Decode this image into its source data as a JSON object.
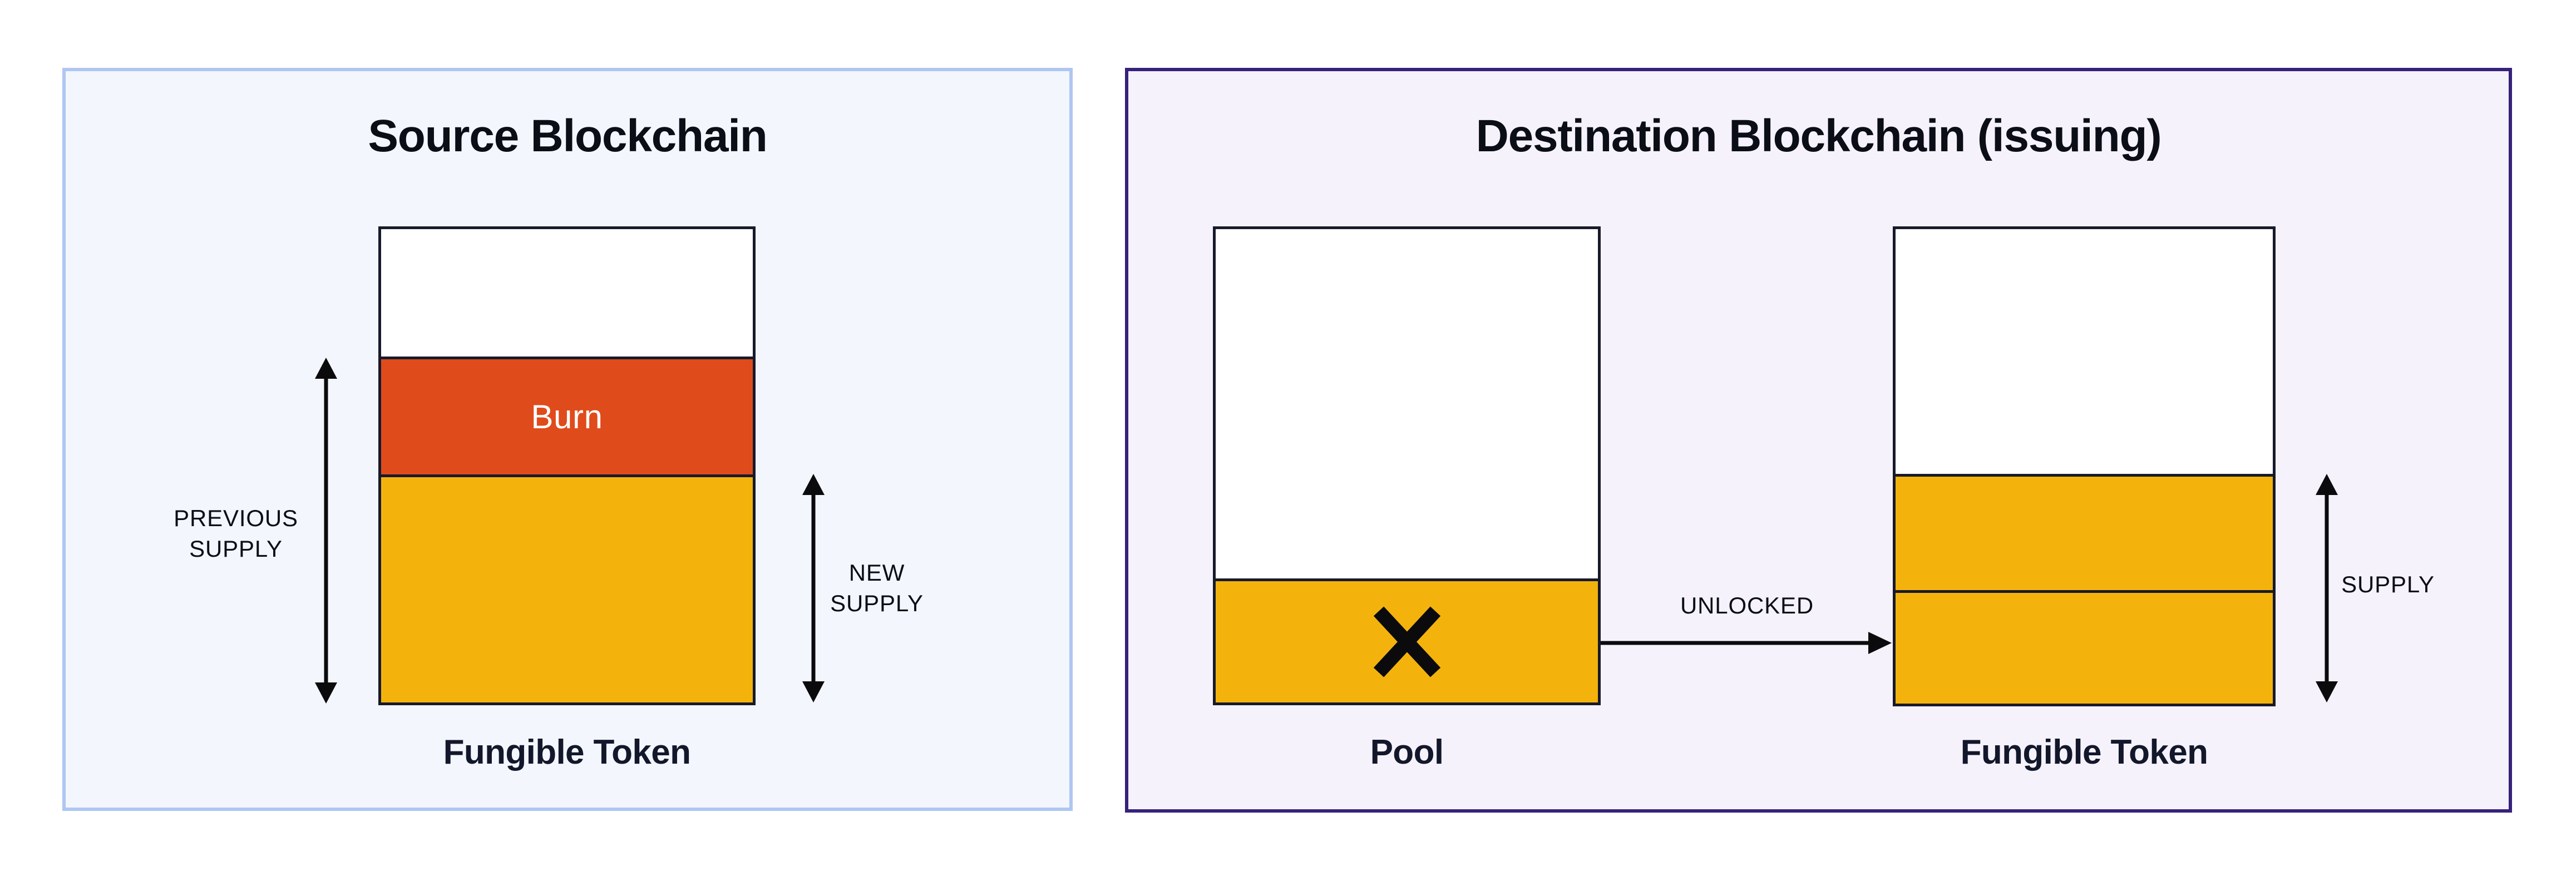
{
  "source_panel": {
    "title": "Source Blockchain",
    "burn_label": "Burn",
    "bar_label": "Fungible Token",
    "previous_supply": {
      "line1": "PREVIOUS",
      "line2": "SUPPLY"
    },
    "new_supply": {
      "line1": "NEW",
      "line2": "SUPPLY"
    }
  },
  "destination_panel": {
    "title": "Destination Blockchain (issuing)",
    "pool_label": "Pool",
    "unlocked_label": "UNLOCKED",
    "fungible_token_label": "Fungible Token",
    "supply_label": "SUPPLY"
  },
  "icons": {
    "previous_supply_arrow": "double-vertical-arrow",
    "new_supply_arrow": "double-vertical-arrow",
    "supply_arrow": "double-vertical-arrow",
    "unlocked_arrow": "right-arrow",
    "pool_cross": "x-mark"
  },
  "colors": {
    "page_bg": "#FFFFFF",
    "source_panel_border": "#AEC6F1",
    "source_panel_bg": "#F3F6FD",
    "destination_panel_border": "#36217B",
    "destination_panel_bg": "#F5F2FB",
    "bar_border": "#171A2B",
    "bar_empty_fill": "#FFFFFF",
    "burn_fill": "#E04B1C",
    "token_fill": "#F4B30C",
    "burn_text": "#FFFFFF",
    "label_text": "#12172B",
    "title_text": "#0B0E16",
    "arrow_color": "#0B0B0D"
  }
}
